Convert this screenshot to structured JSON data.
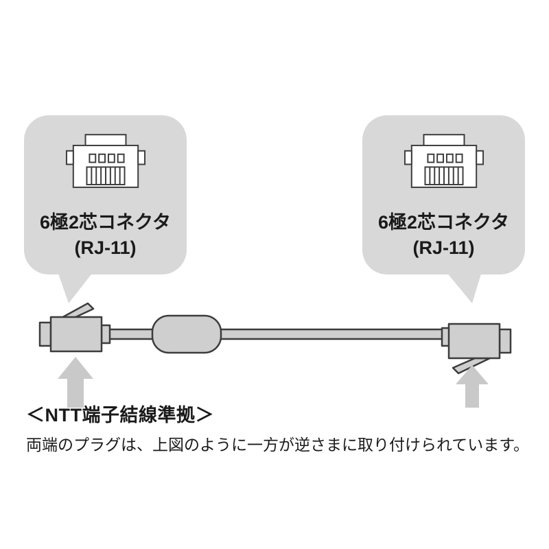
{
  "colors": {
    "bubble": "#d8d8d8",
    "arrow": "#c9c9c9",
    "outline": "#3c3c3c",
    "plug_fill": "#cfcfcf",
    "text": "#1a1a1a",
    "pagebg": "#ffffff"
  },
  "callouts": {
    "left": {
      "label_line1": "6極2芯コネクタ",
      "label_line2": "(RJ-11)"
    },
    "right": {
      "label_line1": "6極2芯コネクタ",
      "label_line2": "(RJ-11)"
    }
  },
  "footer": {
    "heading": "＜NTT端子結線準拠＞",
    "body": "両端のプラグは、上図のように一方が逆さまに取り付けられています。"
  }
}
